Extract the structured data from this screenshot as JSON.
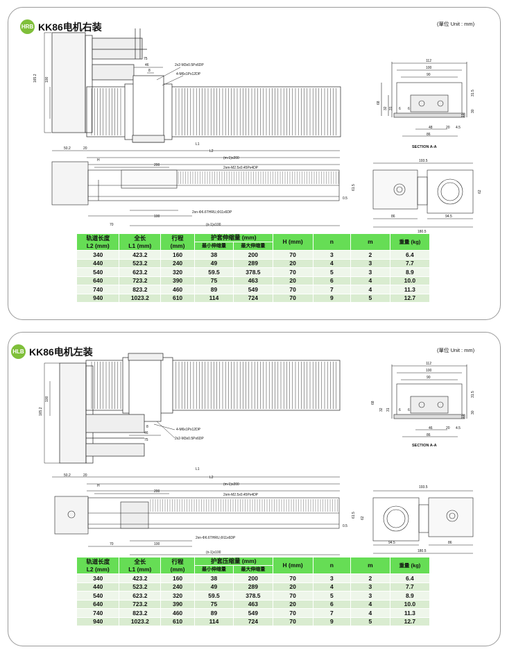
{
  "panels": [
    {
      "badge": "HRB",
      "title": "KK86电机右装",
      "unit": "(單位 Unit : mm)",
      "section_label": "SECTION A-A",
      "side": {
        "dims": [
          "75",
          "46",
          "8",
          "2x2-M3x0.5Px6DP",
          "4-M6x1Px12DP",
          "165.2",
          "100"
        ]
      },
      "plan": {
        "dims": [
          "50.2",
          "20",
          "L1",
          "L2",
          "H",
          "200",
          "(m-1)x200",
          "2xm-M2.5x0.45Px4DP",
          "61.5",
          "0.5",
          "2xn-Φ6.6THRU,Φ11x6DP",
          "100",
          "70",
          "(n-1)x100"
        ]
      },
      "section": {
        "dims": [
          "112",
          "100",
          "90",
          "68",
          "31.5",
          "32",
          "31",
          "6",
          "6",
          "19",
          "30",
          "48",
          "20",
          "4.5",
          "86"
        ]
      },
      "end": {
        "dims": [
          "193.5",
          "62",
          "86",
          "94.5",
          "180.5"
        ]
      },
      "table": {
        "headers": {
          "l2": "轨道长度\nL2 (mm)",
          "l1": "全长\nL1 (mm)",
          "stroke": "行程\n(mm)",
          "group": "护套伸缩量 (mm)",
          "min": "最小伸缩量",
          "max": "最大伸缩量",
          "h": "H (mm)",
          "n": "n",
          "m": "m",
          "weight": "重量 (kg)"
        },
        "rows": [
          [
            "340",
            "423.2",
            "160",
            "38",
            "200",
            "70",
            "3",
            "2",
            "6.4"
          ],
          [
            "440",
            "523.2",
            "240",
            "49",
            "289",
            "20",
            "4",
            "3",
            "7.7"
          ],
          [
            "540",
            "623.2",
            "320",
            "59.5",
            "378.5",
            "70",
            "5",
            "3",
            "8.9"
          ],
          [
            "640",
            "723.2",
            "390",
            "75",
            "463",
            "20",
            "6",
            "4",
            "10.0"
          ],
          [
            "740",
            "823.2",
            "460",
            "89",
            "549",
            "70",
            "7",
            "4",
            "11.3"
          ],
          [
            "940",
            "1023.2",
            "610",
            "114",
            "724",
            "70",
            "9",
            "5",
            "12.7"
          ]
        ]
      }
    },
    {
      "badge": "HLB",
      "title": "KK86电机左装",
      "unit": "(單位 Unit : mm)",
      "section_label": "SECTION A-A",
      "side": {
        "dims": [
          "4-M6x1Px12DP",
          "8",
          "46",
          "75",
          "2x2-M3x0.5Px6DP",
          "165.2",
          "100"
        ]
      },
      "plan": {
        "dims": [
          "50.2",
          "20",
          "L1",
          "L2",
          "H",
          "200",
          "(m-1)x200",
          "2xm-M2.5x0.45Px4DP",
          "61.5",
          "0.5",
          "2xn-Φ6.6THRU,Φ11x6DP",
          "100",
          "70",
          "(n-1)x100"
        ]
      },
      "section": {
        "dims": [
          "112",
          "100",
          "90",
          "68",
          "31.5",
          "32",
          "31",
          "6",
          "6",
          "19",
          "30",
          "46",
          "20",
          "4.5",
          "86"
        ]
      },
      "end": {
        "dims": [
          "193.5",
          "62",
          "94.5",
          "86",
          "180.5"
        ]
      },
      "table": {
        "headers": {
          "l2": "轨道长度\nL2 (mm)",
          "l1": "全长\nL1 (mm)",
          "stroke": "行程\n(mm)",
          "group": "护套压缩量 (mm)",
          "min": "最小伸缩量",
          "max": "最大伸缩量",
          "h": "H (mm)",
          "n": "n",
          "m": "m",
          "weight": "重量 (kg)"
        },
        "rows": [
          [
            "340",
            "423.2",
            "160",
            "38",
            "200",
            "70",
            "3",
            "2",
            "6.4"
          ],
          [
            "440",
            "523.2",
            "240",
            "49",
            "289",
            "20",
            "4",
            "3",
            "7.7"
          ],
          [
            "540",
            "623.2",
            "320",
            "59.5",
            "378.5",
            "70",
            "5",
            "3",
            "8.9"
          ],
          [
            "640",
            "723.2",
            "390",
            "75",
            "463",
            "20",
            "6",
            "4",
            "10.0"
          ],
          [
            "740",
            "823.2",
            "460",
            "89",
            "549",
            "70",
            "7",
            "4",
            "11.3"
          ],
          [
            "940",
            "1023.2",
            "610",
            "114",
            "724",
            "70",
            "9",
            "5",
            "12.7"
          ]
        ]
      }
    }
  ]
}
